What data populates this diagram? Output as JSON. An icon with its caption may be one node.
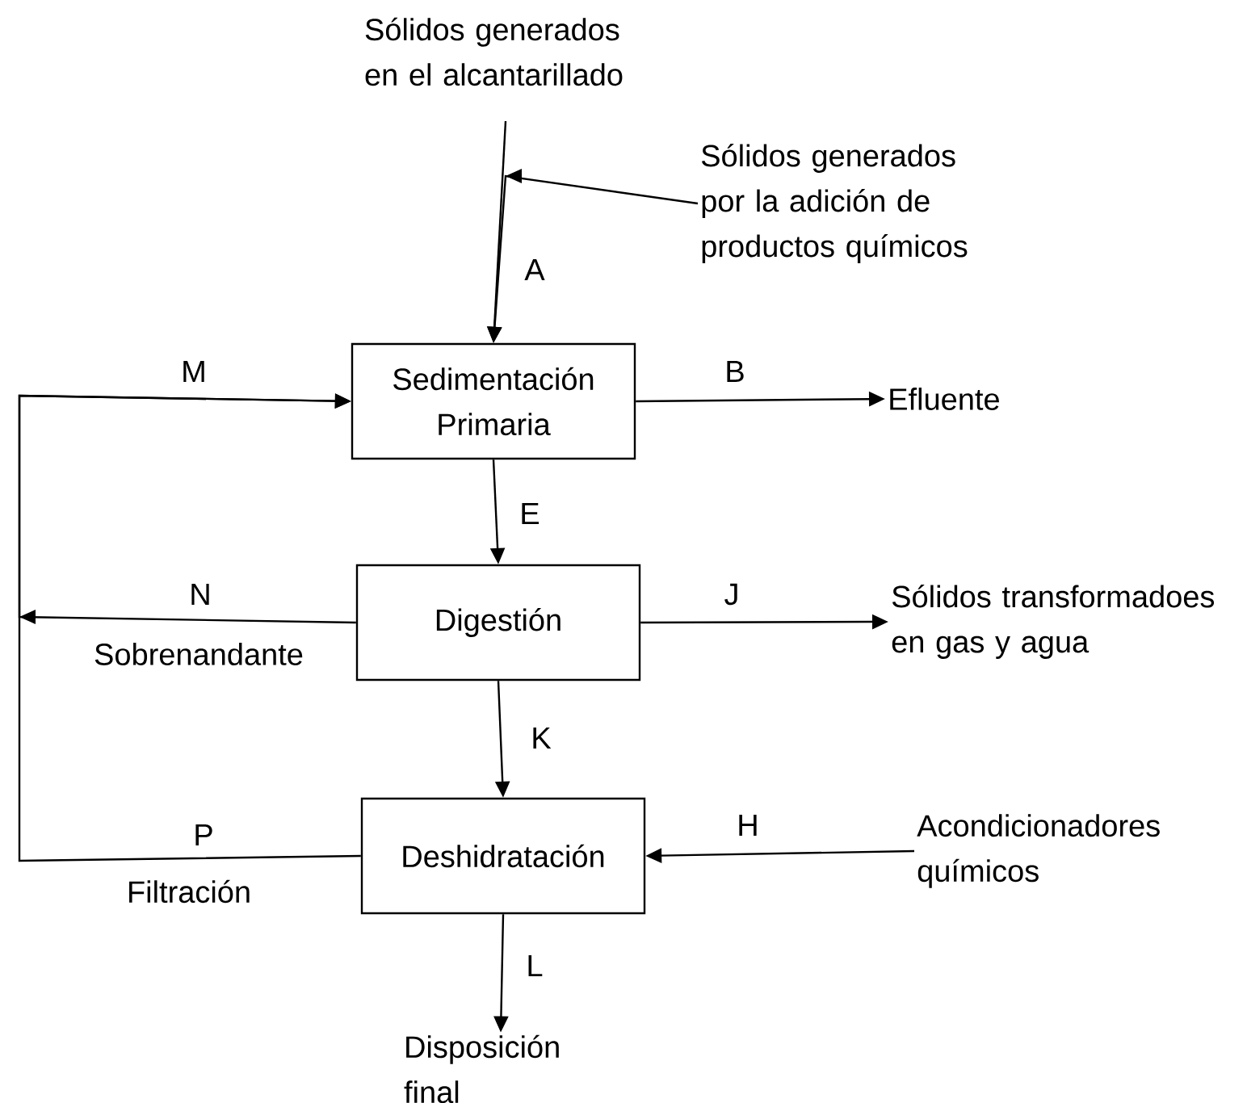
{
  "diagram": {
    "nodes": [
      {
        "text": [
          "Sólidos generados en el alcantarillado"
        ]
      },
      {
        "text": [
          "Sólidos generados por la adición de productos químicos"
        ]
      },
      {
        "text": [
          "Sedimentación Primaria"
        ]
      },
      {
        "text": [
          "Efluente"
        ]
      },
      {
        "text": [
          "Digestión"
        ]
      },
      {
        "text": [
          "Sólidos transformadoes en gas y agua"
        ]
      },
      {
        "text": [
          "Deshidratación"
        ]
      },
      {
        "text": [
          "Acondicionadores químicos"
        ]
      },
      {
        "text": [
          "Disposición final"
        ]
      }
    ],
    "edges": [
      {
        "from": 0,
        "to": 2,
        "arrow": "to",
        "label": "A"
      },
      {
        "from": 1,
        "to": 2,
        "arrow": "to"
      },
      {
        "from": 2,
        "to": 3,
        "arrow": "to",
        "label": "B"
      },
      {
        "from": 2,
        "to": 4,
        "arrow": "to",
        "label": "E"
      },
      {
        "from": 4,
        "to": 5,
        "arrow": "to",
        "label": "J"
      },
      {
        "from": 4,
        "to": 2,
        "arrow": "to",
        "label": "N"
      },
      {
        "from": 4,
        "to": 6,
        "arrow": "to",
        "label": "K"
      },
      {
        "from": 7,
        "to": 6,
        "arrow": "to",
        "label": "H"
      },
      {
        "from": 6,
        "to": 8,
        "arrow": "to",
        "label": "L"
      },
      {
        "from": 6,
        "to": 2,
        "arrow": "to",
        "label": "P"
      }
    ],
    "labels": [
      "M",
      "Sobrenandante",
      "Filtración"
    ]
  }
}
